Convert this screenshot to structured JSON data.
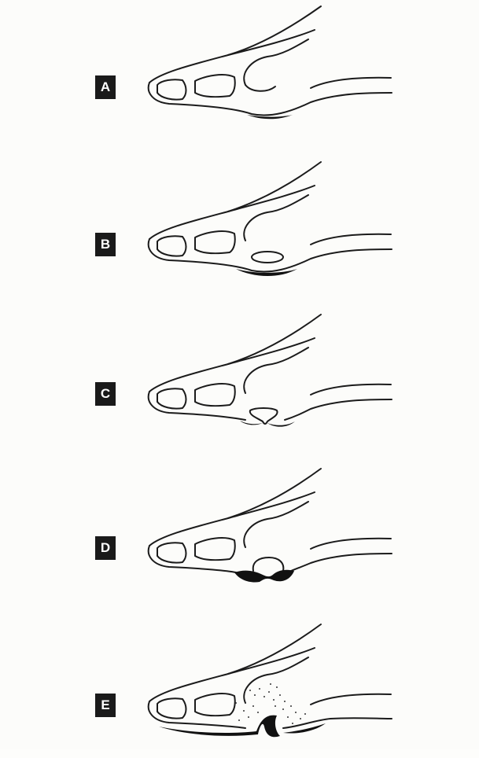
{
  "panels": [
    {
      "label": "A",
      "stage": "normal"
    },
    {
      "label": "B",
      "stage": "ellipse"
    },
    {
      "label": "C",
      "stage": "notch"
    },
    {
      "label": "D",
      "stage": "dome"
    },
    {
      "label": "E",
      "stage": "ulcer"
    }
  ],
  "colors": {
    "ink": "#111111",
    "label_bg": "#1a1a1a",
    "label_text": "#ffffff",
    "background": "#fcfcfa"
  }
}
